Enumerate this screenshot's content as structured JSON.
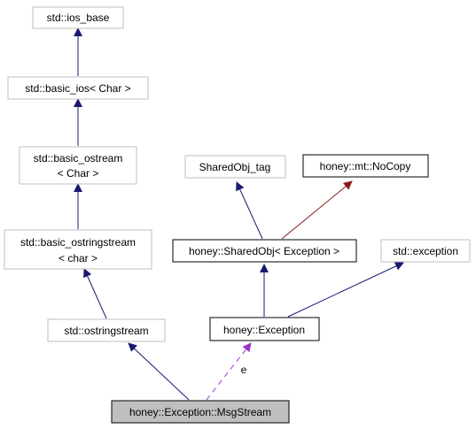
{
  "nodes": {
    "ios_base": "std::ios_base",
    "basic_ios": "std::basic_ios< Char >",
    "basic_ostream_l1": "std::basic_ostream",
    "basic_ostream_l2": "< Char >",
    "basic_ostringstream_l1": "std::basic_ostringstream",
    "basic_ostringstream_l2": "< char >",
    "ostringstream": "std::ostringstream",
    "sharedobj_tag": "SharedObj_tag",
    "nocopy": "honey::mt::NoCopy",
    "sharedobj": "honey::SharedObj< Exception >",
    "std_exception": "std::exception",
    "exception": "honey::Exception",
    "msgstream": "honey::Exception::MsgStream"
  },
  "edge_labels": {
    "member_e": "e"
  },
  "colors": {
    "inheritance": "#191970",
    "private_inheritance": "#8b1a1a",
    "member_usage": "#9a32cd",
    "focus_fill": "#bfbfbf",
    "box_border": "#bfbfbf"
  }
}
